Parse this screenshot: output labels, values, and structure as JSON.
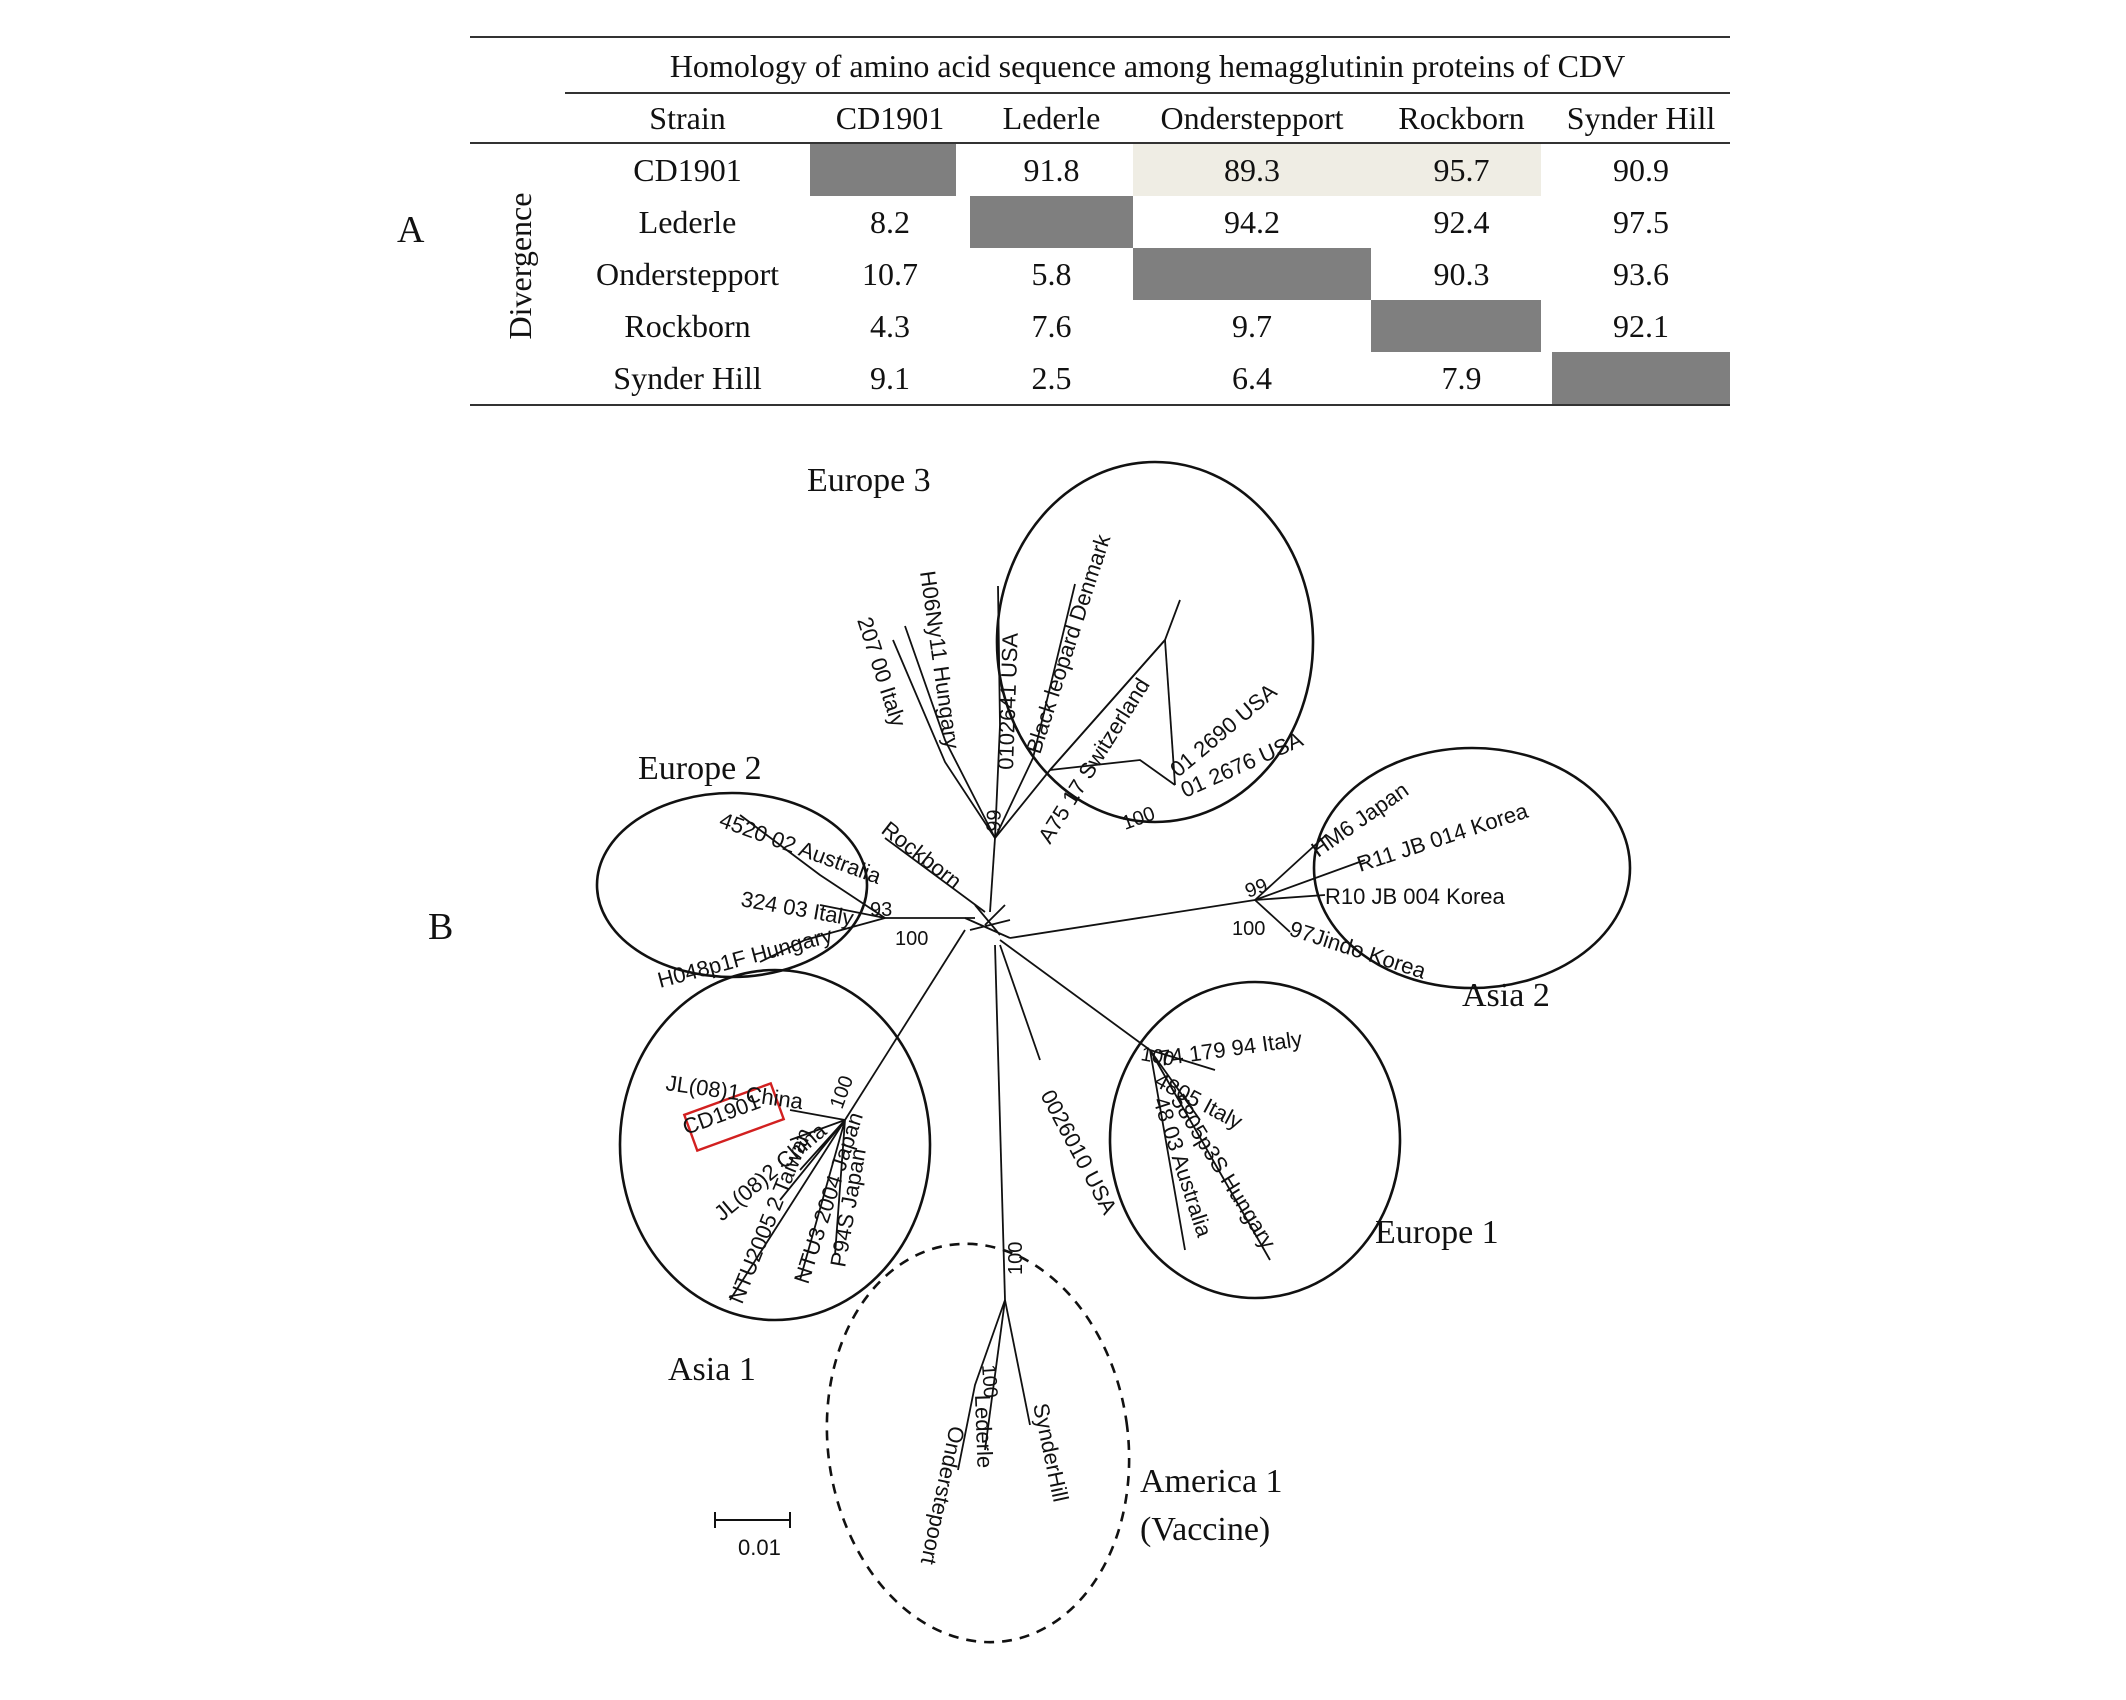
{
  "panel_labels": {
    "a": "A",
    "b": "B"
  },
  "table": {
    "caption": "Homology of amino acid sequence among hemagglutinin proteins of CDV",
    "row_group_label": "Divergence",
    "strain_header": "Strain",
    "columns": [
      "CD1901",
      "Lederle",
      "Onderstepport",
      "Rockborn",
      "Synder Hill"
    ],
    "rows": [
      {
        "name": "CD1901",
        "cells": [
          "",
          "91.8",
          "89.3",
          "95.7",
          "90.9"
        ]
      },
      {
        "name": "Lederle",
        "cells": [
          "8.2",
          "",
          "94.2",
          "92.4",
          "97.5"
        ]
      },
      {
        "name": "Onderstepport",
        "cells": [
          "10.7",
          "5.8",
          "",
          "90.3",
          "93.6"
        ]
      },
      {
        "name": "Rockborn",
        "cells": [
          "4.3",
          "7.6",
          "9.7",
          "",
          "92.1"
        ]
      },
      {
        "name": "Synder Hill",
        "cells": [
          "9.1",
          "2.5",
          "6.4",
          "7.9",
          ""
        ]
      }
    ],
    "colors": {
      "diagonal": "#7f7f7f",
      "highlight": "#efede4"
    }
  },
  "tree": {
    "clades": {
      "europe3": "Europe 3",
      "europe2": "Europe 2",
      "asia2": "Asia 2",
      "asia1": "Asia 1",
      "europe1": "Europe 1",
      "america1_line1": "America 1",
      "america1_line2": "(Vaccine)"
    },
    "taxa": {
      "t207": "207 00 Italy",
      "h06": "H06Ny11 Hungary",
      "t0102641": "0102641 USA",
      "blackleopard": "Black leopard Denmark",
      "a75": "A75 17 Switzerland",
      "t012690": "01 2690 USA",
      "t012676": "01 2676 USA",
      "rockborn": "Rockborn",
      "t4520": "4520 02 Australia",
      "t324": "324 03 Italy",
      "h048": "H048p1F Hungary",
      "hm6": "HM6 Japan",
      "r11": "R11 JB 014 Korea",
      "r10": "R10 JB 004 Korea",
      "jindo": "97Jindo Korea",
      "jl081": "JL(08)1 China",
      "cd1901": "CD1901",
      "jl082": "JL(08)2 China",
      "ntu2005": "NTU2005 2 Taiwan",
      "ntu3": "NTU3 2004 Japan",
      "p94s": "P94S Japan",
      "t0026010": "0026010 USA",
      "t74179": "74 179 94 Italy",
      "t4805": "4805 Italy",
      "t48": "48 03 Australia",
      "t5805": "5805p3S Hungary",
      "lederle": "Lederle",
      "onderstepoort": "Onderstepoort",
      "synderhill": "SynderHill"
    },
    "bootstrap": {
      "b100_e3": "100",
      "b99_e3": "99",
      "b100_e2": "100",
      "b93_e2": "93",
      "b99_a2": "99",
      "b100_a2": "100",
      "b100_a1": "100",
      "b100_e1": "100",
      "b100_vac": "100",
      "b100_led": "100"
    },
    "scale_bar": "0.01",
    "colors": {
      "cd1901_box": "#d22020"
    }
  }
}
